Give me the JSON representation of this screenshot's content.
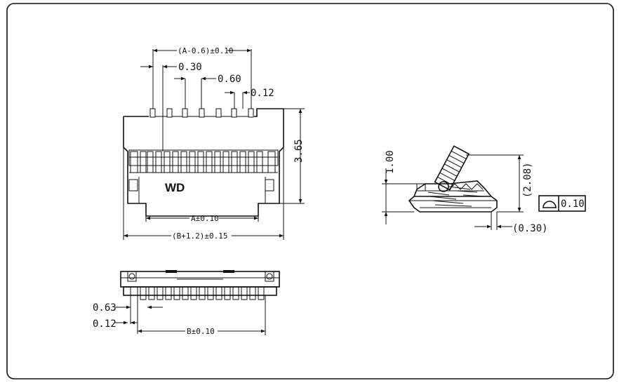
{
  "front_view": {
    "brand": "WD",
    "dim_top_span": "(A-0.6)±0.10",
    "dim_pin_width": "0.30",
    "dim_pitch": "0.60",
    "dim_gap": "0.12",
    "dim_height": "3.65",
    "dim_inner": "A±0.10",
    "dim_overall": "(B+1.2)±0.15"
  },
  "side_view": {
    "dim_height": "1.00",
    "dim_actuator": "(2.08)",
    "dim_foot": "(0.30)",
    "flatness_value": "0.10"
  },
  "bottom_view": {
    "dim_063": "0.63",
    "dim_012": "0.12",
    "dim_b": "B±0.10"
  }
}
